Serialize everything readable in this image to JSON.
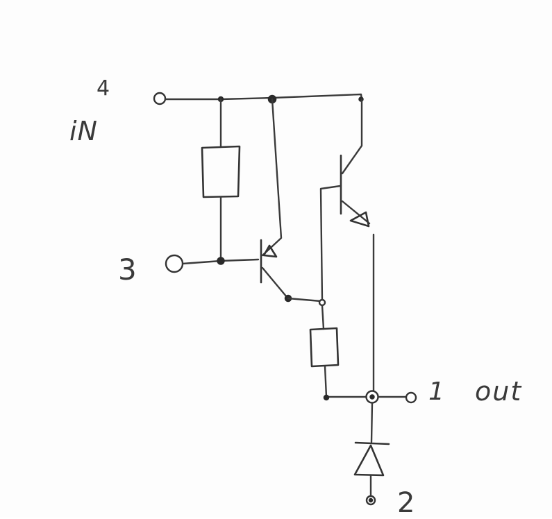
{
  "labels": {
    "terminal_4": "4",
    "in": "iN",
    "terminal_3": "3",
    "terminal_1": "1",
    "out": "out",
    "terminal_2": "2"
  },
  "colors": {
    "ink": "#333333",
    "paper": "#fdfdfd"
  }
}
